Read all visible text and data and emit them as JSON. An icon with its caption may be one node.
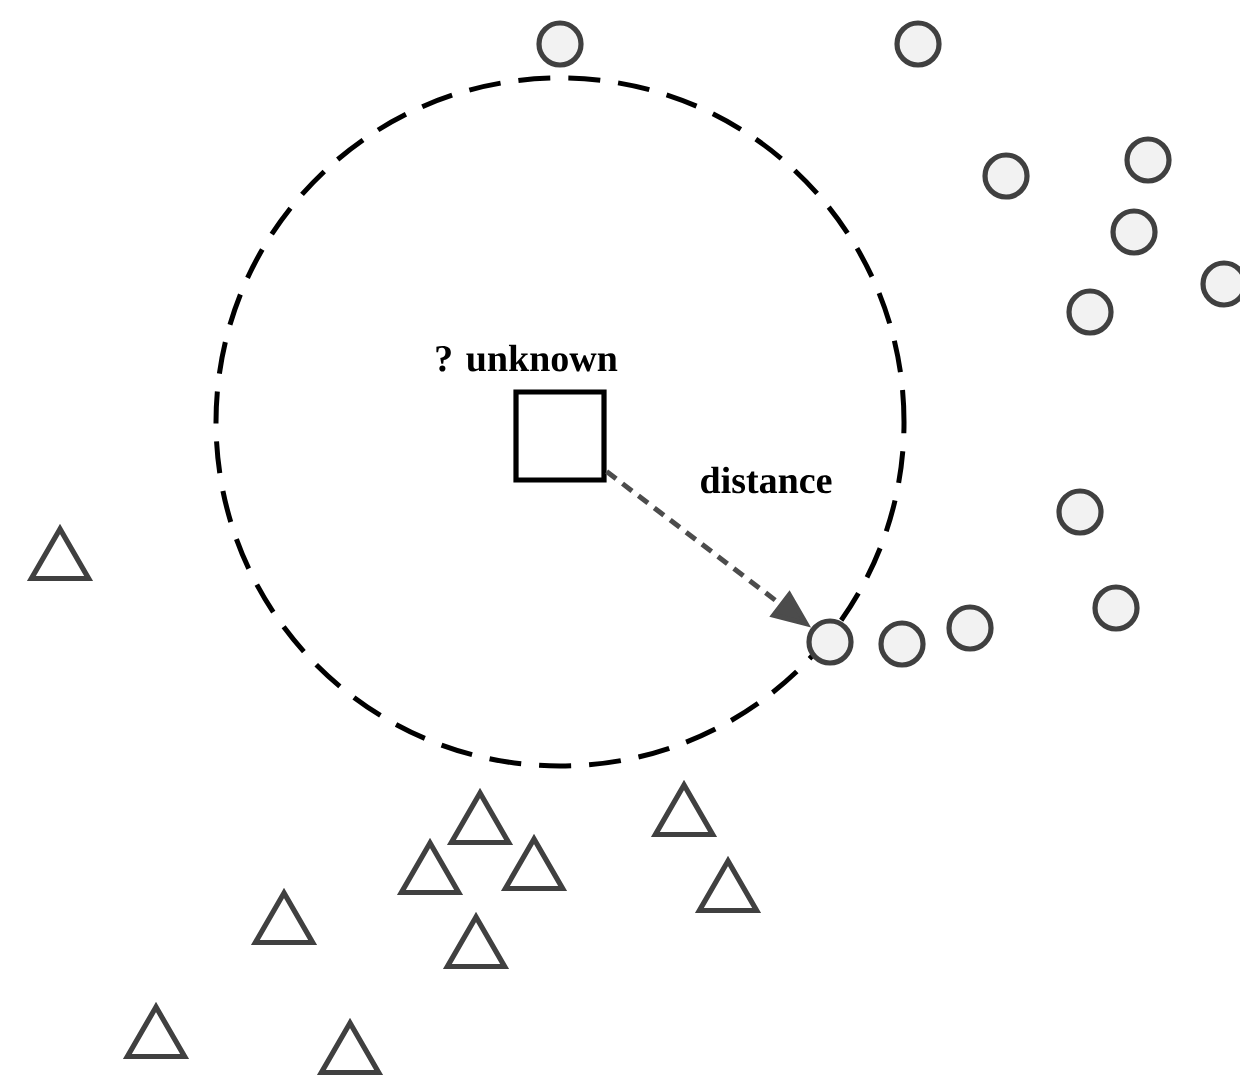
{
  "diagram": {
    "nodes": [
      {
        "text": [
          "? unknown"
        ]
      },
      {
        "text": [],
        "shape": "circle"
      },
      {
        "text": [],
        "shape": "circle"
      },
      {
        "text": [],
        "shape": "circle"
      },
      {
        "text": [],
        "shape": "circle"
      },
      {
        "text": [],
        "shape": "circle"
      },
      {
        "text": [],
        "shape": "circle"
      },
      {
        "text": [],
        "shape": "circle"
      },
      {
        "text": [],
        "shape": "circle"
      },
      {
        "text": [],
        "shape": "circle"
      },
      {
        "text": [],
        "shape": "circle"
      },
      {
        "text": [],
        "shape": "circle"
      },
      {
        "text": [],
        "shape": "circle"
      },
      {
        "text": [],
        "shape": "triangle"
      },
      {
        "text": [],
        "shape": "triangle"
      },
      {
        "text": [],
        "shape": "triangle"
      },
      {
        "text": [],
        "shape": "triangle"
      },
      {
        "text": [],
        "shape": "triangle"
      },
      {
        "text": [],
        "shape": "triangle"
      },
      {
        "text": [],
        "shape": "triangle"
      },
      {
        "text": [],
        "shape": "triangle"
      },
      {
        "text": [],
        "shape": "triangle"
      },
      {
        "text": [],
        "shape": "triangle"
      }
    ],
    "edges": [
      {
        "from": 0,
        "to": 11,
        "arrow": "to",
        "label": "distance",
        "style": "dashed"
      }
    ]
  }
}
